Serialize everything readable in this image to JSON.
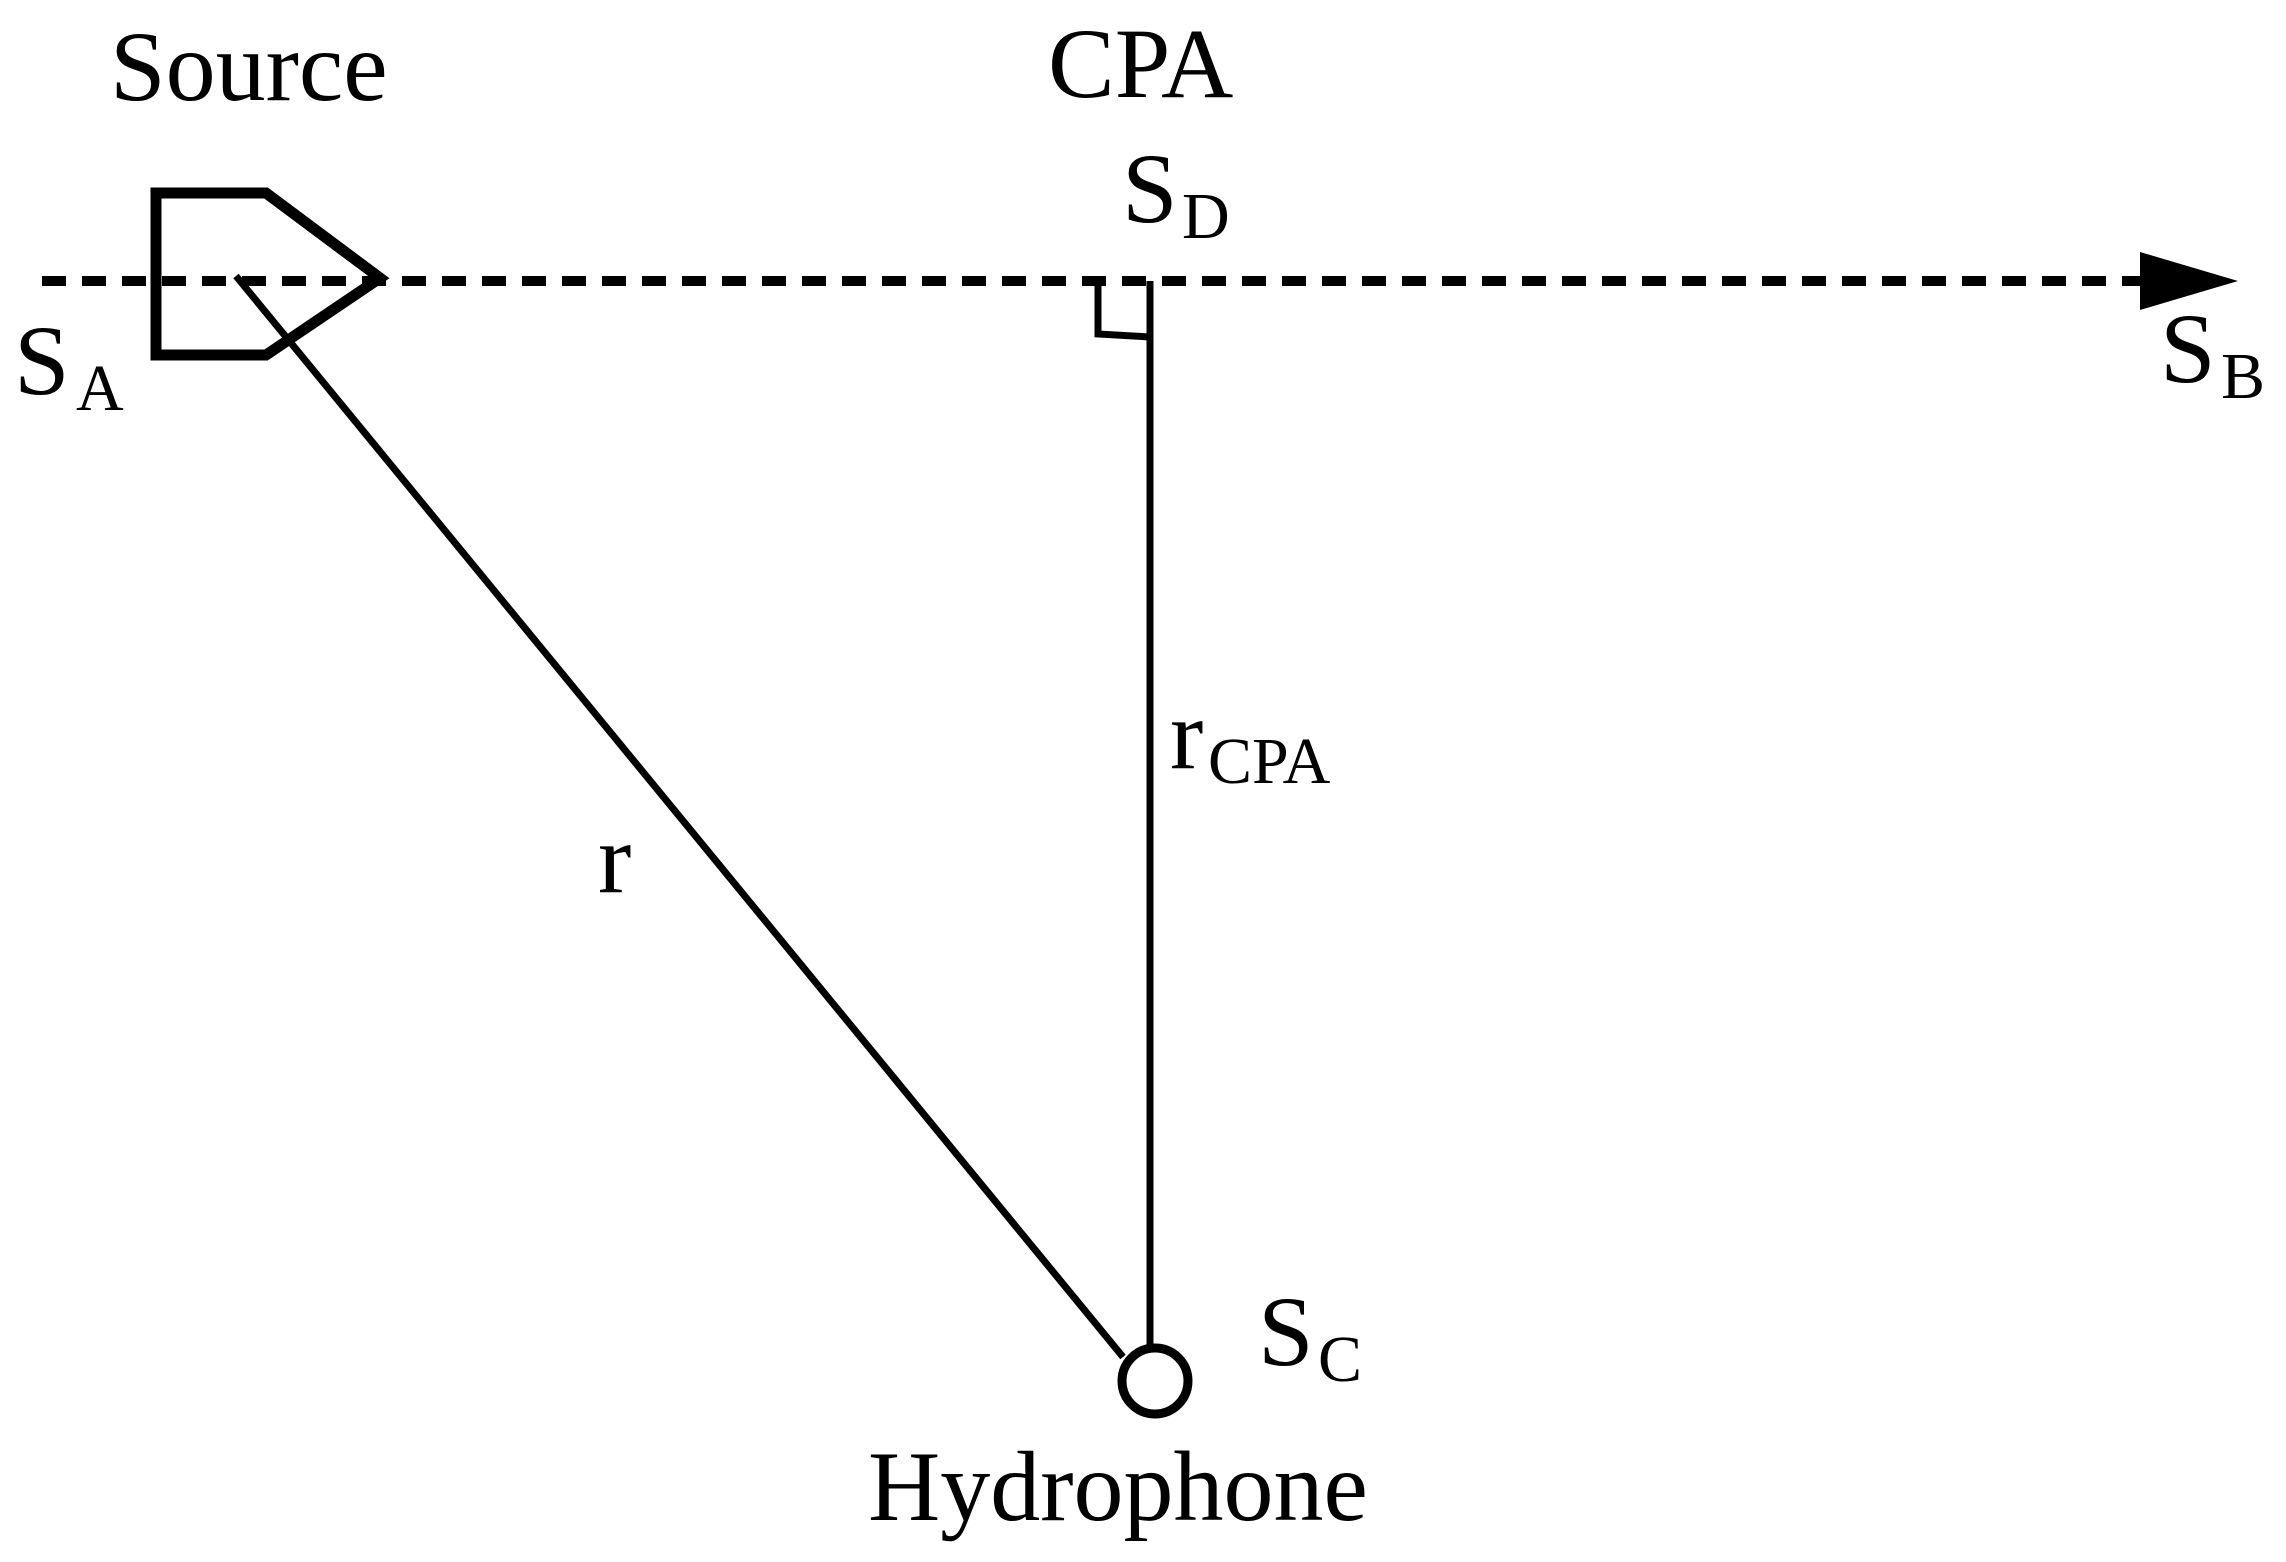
{
  "labels": {
    "source": "Source",
    "cpa": "CPA",
    "hydrophone": "Hydrophone",
    "r": "r",
    "r_cpa_base": "r",
    "r_cpa_sub": "CPA",
    "sa_base": "S",
    "sa_sub": "A",
    "sb_base": "S",
    "sb_sub": "B",
    "sc_base": "S",
    "sc_sub": "C",
    "sd_base": "S",
    "sd_sub": "D"
  },
  "colors": {
    "stroke": "#000000",
    "background": "#ffffff"
  }
}
